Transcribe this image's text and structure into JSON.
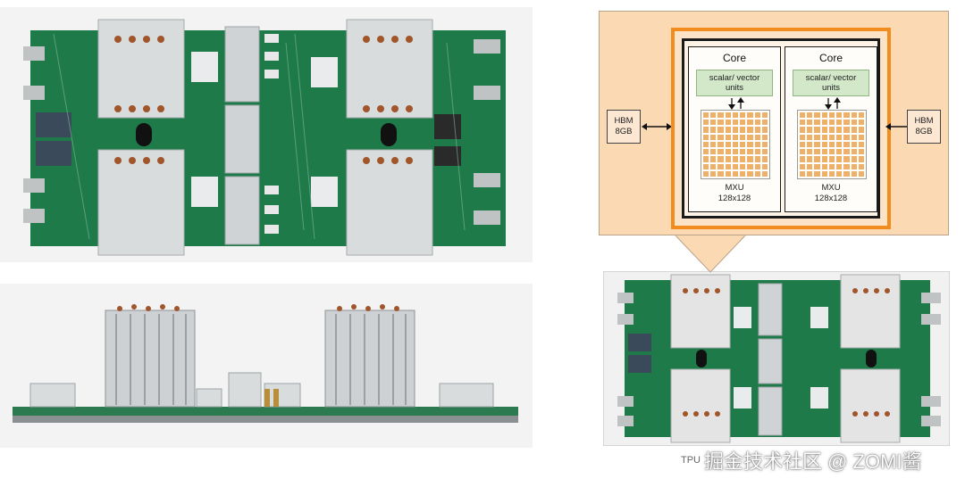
{
  "diagram": {
    "cores": [
      {
        "title": "Core",
        "units_label": "scalar/ vector\nunits",
        "mxu_label": "MXU",
        "mxu_size": "128x128"
      },
      {
        "title": "Core",
        "units_label": "scalar/ vector\nunits",
        "mxu_label": "MXU",
        "mxu_size": "128x128"
      }
    ],
    "hbm_left": {
      "name": "HBM",
      "size": "8GB"
    },
    "hbm_right": {
      "name": "HBM",
      "size": "8GB"
    }
  },
  "caption": "TPU",
  "watermark": "掘金技术社区 @ ZOMI酱",
  "colors": {
    "pcb_green": "#1f7a4a",
    "heatsink_silver": "#c9ccce",
    "callout_fill": "#fbd9b3",
    "chip_border": "#f28c1e",
    "mxu_cell": "#efb06a",
    "units_fill": "#d2e8c9"
  }
}
